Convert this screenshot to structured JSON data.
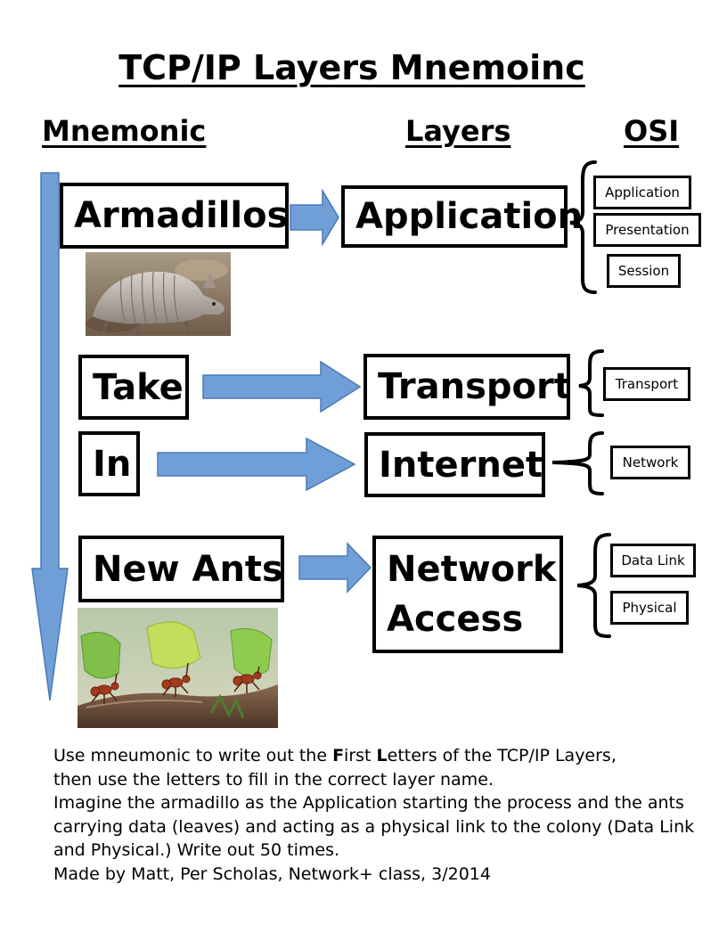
{
  "title": "TCP/IP Layers Mnemoinc",
  "headers": {
    "mnemonic": "Mnemonic",
    "layers": "Layers",
    "osi": "OSI"
  },
  "rows": [
    {
      "mnemonic": "Armadillos",
      "layer": "Application",
      "osi": [
        "Application",
        "Presentation",
        "Session"
      ]
    },
    {
      "mnemonic": "Take",
      "layer": "Transport",
      "osi": [
        "Transport"
      ]
    },
    {
      "mnemonic": "In",
      "layer": "Internet",
      "osi": [
        "Network"
      ]
    },
    {
      "mnemonic": "New Ants",
      "layer_line1": "Network",
      "layer_line2": "Access",
      "osi": [
        "Data Link",
        "Physical"
      ]
    }
  ],
  "instructions": {
    "line1_pre": "Use mneumonic to write out the ",
    "line1_f": "F",
    "line1_mid": "irst ",
    "line1_l": "L",
    "line1_post": "etters of the TCP/IP Layers,",
    "line2": "then use the letters to fill in the correct layer name.",
    "line3": "Imagine the armadillo as the Application starting the process and the ants carrying data (leaves) and acting as a physical link to the colony (Data Link and Physical.)  Write out 50 times.",
    "credit": "Made by Matt, Per Scholas, Network+ class, 3/2014"
  },
  "colors": {
    "arrow_fill": "#6f9fd6",
    "arrow_stroke": "#4a7ab5"
  }
}
